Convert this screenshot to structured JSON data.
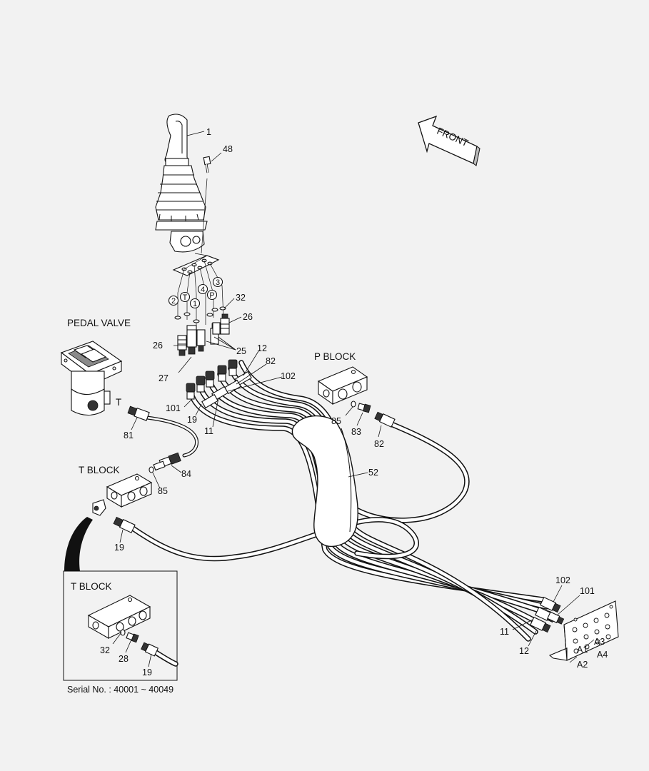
{
  "labels": {
    "front": "FRONT",
    "pedal_valve": "PEDAL VALVE",
    "p_block": "P BLOCK",
    "t_block": "T BLOCK",
    "t_block_inset": "T BLOCK",
    "serial": "Serial No. : 40001 ~ 40049",
    "port_t_pedal": "T",
    "ports_circled": [
      "2",
      "T",
      "1",
      "4",
      "P",
      "3"
    ],
    "bracket_ports": [
      "A1",
      "A2",
      "A3",
      "A4"
    ]
  },
  "callouts": {
    "c1": "1",
    "c48": "48",
    "c32": "32",
    "c26a": "26",
    "c26b": "26",
    "c25": "25",
    "c27": "27",
    "c12a": "12",
    "c82a": "82",
    "c102a": "102",
    "c101a": "101",
    "c19a": "19",
    "c11a": "11",
    "c81": "81",
    "c84": "84",
    "c85a": "85",
    "c19b": "19",
    "c52": "52",
    "c85b": "85",
    "c83": "83",
    "c82b": "82",
    "c102b": "102",
    "c101b": "101",
    "c11b": "11",
    "c12b": "12",
    "c32i": "32",
    "c28i": "28",
    "c19i": "19"
  }
}
